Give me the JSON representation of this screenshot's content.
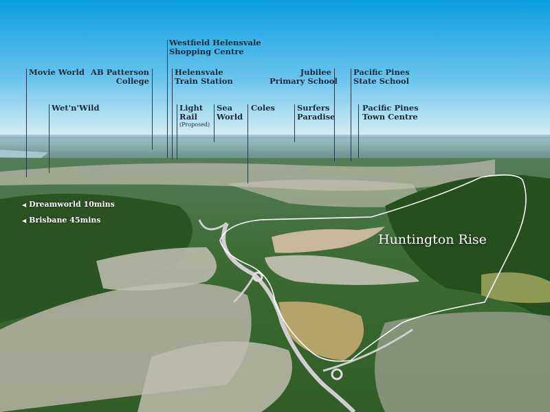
{
  "estate_name": "Huntington Rise",
  "landmarks": {
    "movie_world": "Movie World",
    "wet_n_wild": "Wet'n'Wild",
    "ab_patterson_college": [
      "AB Patterson",
      "College"
    ],
    "westfield_helensvale": [
      "Westfield Helensvale",
      "Shopping Centre"
    ],
    "helensvale_train_station": [
      "Helensvale",
      "Train Station"
    ],
    "light_rail": [
      "Light",
      "Rail"
    ],
    "light_rail_note": "(Proposed)",
    "sea_world": [
      "Sea",
      "World"
    ],
    "coles": "Coles",
    "surfers_paradise": [
      "Surfers",
      "Paradise"
    ],
    "jubilee_primary_school": [
      "Jubilee",
      "Primary School"
    ],
    "pacific_pines_state_school": [
      "Pacific Pines",
      "State School"
    ],
    "pacific_pines_town_centre": [
      "Pacific Pines",
      "Town Centre"
    ]
  },
  "distances": {
    "dreamworld": "Dreamworld 10mins",
    "brisbane": "Brisbane 45mins"
  },
  "colors": {
    "sky_top": "#0d9fe0",
    "sky_horizon": "#d9eef6",
    "label_text": "#1b2a3a",
    "forest": "#2e5e24",
    "boundary": "#ffffff"
  }
}
